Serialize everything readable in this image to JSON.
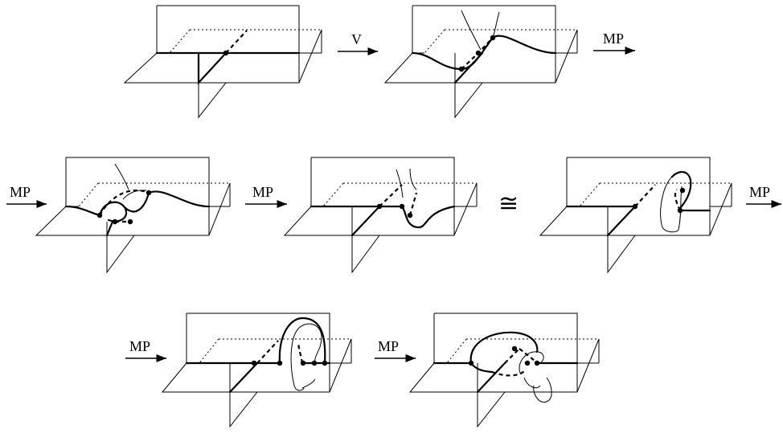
{
  "figure": {
    "arrow_labels": {
      "a1": "V",
      "a2": "MP",
      "a3": "MP",
      "a4": "MP",
      "a5": "MP",
      "a6": "MP",
      "a7": "MP"
    },
    "equiv_symbol": "≅"
  }
}
